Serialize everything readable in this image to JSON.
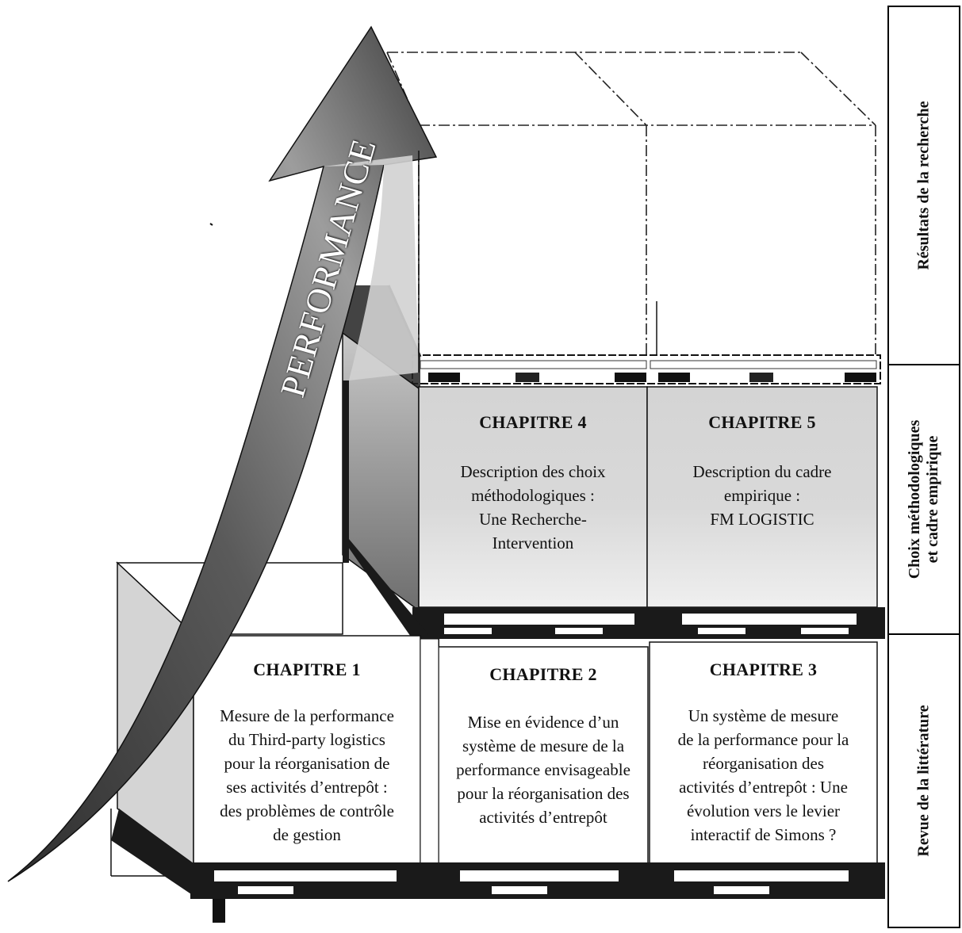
{
  "arrow": {
    "label": "PERFORMANCE"
  },
  "side_labels": [
    {
      "text": "Résultats de la recherche"
    },
    {
      "text": "Choix méthodologiques\net cadre empirique"
    },
    {
      "text": "Revue de la littérature"
    }
  ],
  "chapters": [
    {
      "title": "CHAPITRE 1",
      "lines": [
        "Mesure de la performance",
        "du Third-party logistics",
        "pour la réorganisation de",
        "ses activités d’entrepôt :",
        "des problèmes de contrôle",
        "de gestion"
      ]
    },
    {
      "title": "CHAPITRE 2",
      "lines": [
        "Mise en évidence d’un",
        "système de mesure de la",
        "performance envisageable",
        "pour la réorganisation des",
        "activités d’entrepôt"
      ]
    },
    {
      "title": "CHAPITRE 3",
      "lines": [
        "Un système de mesure",
        "de la performance pour la",
        "réorganisation des",
        "activités d’entrepôt : Une",
        "évolution vers le levier",
        "interactif de Simons ?"
      ]
    },
    {
      "title": "CHAPITRE 4",
      "lines": [
        "Description des choix",
        "méthodologiques :",
        "Une Recherche-",
        "Intervention"
      ]
    },
    {
      "title": "CHAPITRE 5",
      "lines": [
        "Description du cadre",
        "empirique :",
        "FM LOGISTIC"
      ]
    }
  ],
  "colors": {
    "box_fill": "#ffffff",
    "box_gradient_top": "#c9c9c9",
    "box_gradient_bottom": "#f2f2f2",
    "pallet": "#1a1a1a",
    "arrow_dark": "#3a3a3a",
    "arrow_light": "#c8c8c8"
  }
}
